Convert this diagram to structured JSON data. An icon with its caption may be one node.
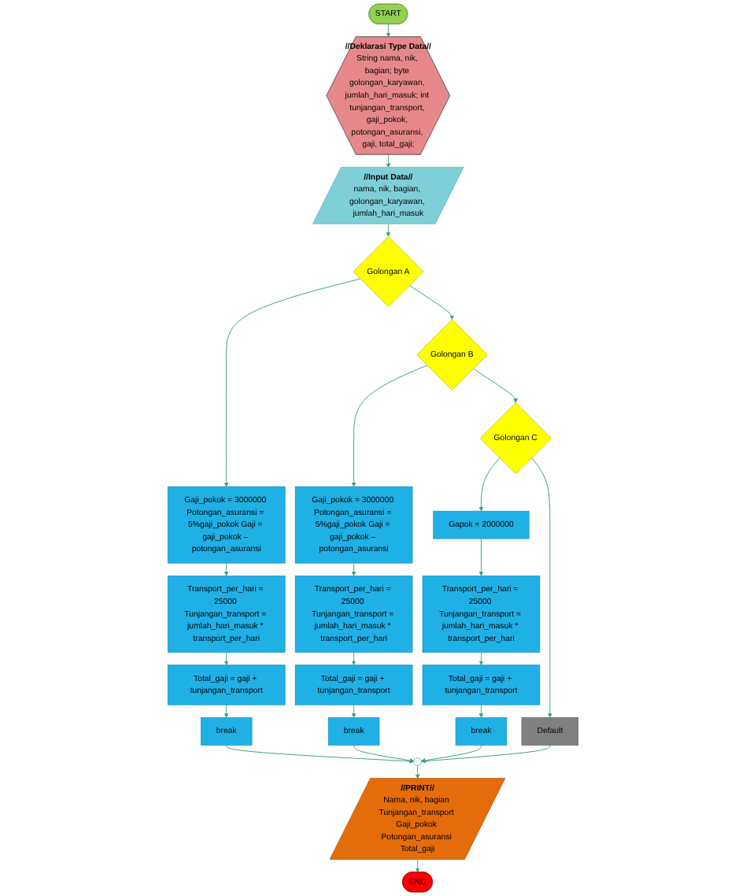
{
  "diagram": {
    "nodes": [
      {
        "text": [
          "START"
        ]
      },
      {
        "text": [
          "//Deklarasi Type Data//",
          "String nama, nik, bagian; byte golongan_karyawan, jumlah_hari_masuk; int tunjangan_transport, gaji_pokok, potongan_asuransi, gaji, total_gaji;"
        ]
      },
      {
        "text": [
          "//Input Data//",
          "nama, nik, bagian, golongan_karyawan, jumlah_hari_masuk"
        ]
      },
      {
        "text": [
          "Golongan A"
        ]
      },
      {
        "text": [
          "Gaji_pokok = 3000000 Potongan_asuransi = 5%gaji_pokok Gaji = gaji_pokok – potongan_asuransi"
        ]
      },
      {
        "text": [
          "Transport_per_hari = 25000 Tunjangan_transport = jumlah_hari_masuk * transport_per_hari"
        ]
      },
      {
        "text": [
          "Total_gaji = gaji + tunjangan_transport"
        ]
      },
      {
        "text": [
          "break"
        ]
      },
      {
        "text": [
          "Golongan B"
        ]
      },
      {
        "text": [
          "Gaji_pokok = 3000000 Potongan_asuransi = 5%gaji_pokok Gaji = gaji_pokok – potongan_asuransi"
        ]
      },
      {
        "text": [
          "Transport_per_hari = 25000 Tunjangan_transport = jumlah_hari_masuk * transport_per_hari"
        ]
      },
      {
        "text": [
          "Total_gaji = gaji + tunjangan_transport"
        ]
      },
      {
        "text": [
          "break"
        ]
      },
      {
        "text": [
          "Golongan C"
        ]
      },
      {
        "text": [
          "Gapok = 2000000"
        ]
      },
      {
        "text": [
          "Transport_per_hari = 25000 Tunjangan_transport = jumlah_hari_masuk * transport_per_hari"
        ]
      },
      {
        "text": [
          "Total_gaji = gaji + tunjangan_transport"
        ]
      },
      {
        "text": [
          "break"
        ]
      },
      {
        "text": [
          "Default"
        ]
      },
      {
        "text": [],
        "shape": "circle"
      },
      {
        "text": [
          "//PRINT//",
          "Nama, nik, bagian Tunjangan_transport Gaji_pokok Potongan_asuransi Total_gaji"
        ]
      },
      {
        "text": [
          "END"
        ]
      }
    ],
    "edges": [
      {
        "from": 0,
        "to": 1,
        "arrow": "to"
      },
      {
        "from": 1,
        "to": 2,
        "arrow": "to"
      },
      {
        "from": 2,
        "to": 3,
        "arrow": "to"
      },
      {
        "from": 3,
        "to": 4,
        "arrow": "to"
      },
      {
        "from": 4,
        "to": 5,
        "arrow": "to"
      },
      {
        "from": 5,
        "to": 6,
        "arrow": "to"
      },
      {
        "from": 6,
        "to": 7,
        "arrow": "to"
      },
      {
        "from": 7,
        "to": 19,
        "arrow": "to"
      },
      {
        "from": 3,
        "to": 8,
        "arrow": "to"
      },
      {
        "from": 8,
        "to": 9,
        "arrow": "to"
      },
      {
        "from": 9,
        "to": 10,
        "arrow": "to"
      },
      {
        "from": 10,
        "to": 11,
        "arrow": "to"
      },
      {
        "from": 11,
        "to": 12,
        "arrow": "to"
      },
      {
        "from": 12,
        "to": 19,
        "arrow": "to"
      },
      {
        "from": 8,
        "to": 13,
        "arrow": "to"
      },
      {
        "from": 13,
        "to": 14,
        "arrow": "to"
      },
      {
        "from": 14,
        "to": 15,
        "arrow": "to"
      },
      {
        "from": 15,
        "to": 16,
        "arrow": "to"
      },
      {
        "from": 16,
        "to": 17,
        "arrow": "to"
      },
      {
        "from": 17,
        "to": 19,
        "arrow": "to"
      },
      {
        "from": 13,
        "to": 18,
        "arrow": "to"
      },
      {
        "from": 18,
        "to": 19,
        "arrow": "to"
      },
      {
        "from": 19,
        "to": 20,
        "arrow": "to"
      },
      {
        "from": 20,
        "to": 21,
        "arrow": "to"
      }
    ]
  }
}
